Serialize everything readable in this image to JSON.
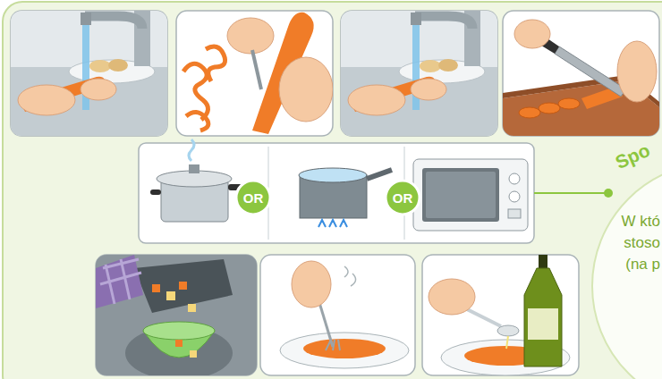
{
  "diagram": {
    "nodes": [
      {
        "text": [
          "OR"
        ]
      },
      {
        "text": [
          "OR"
        ]
      },
      {
        "text": [
          "Spo",
          "W któ stoso (na p"
        ]
      }
    ]
  }
}
